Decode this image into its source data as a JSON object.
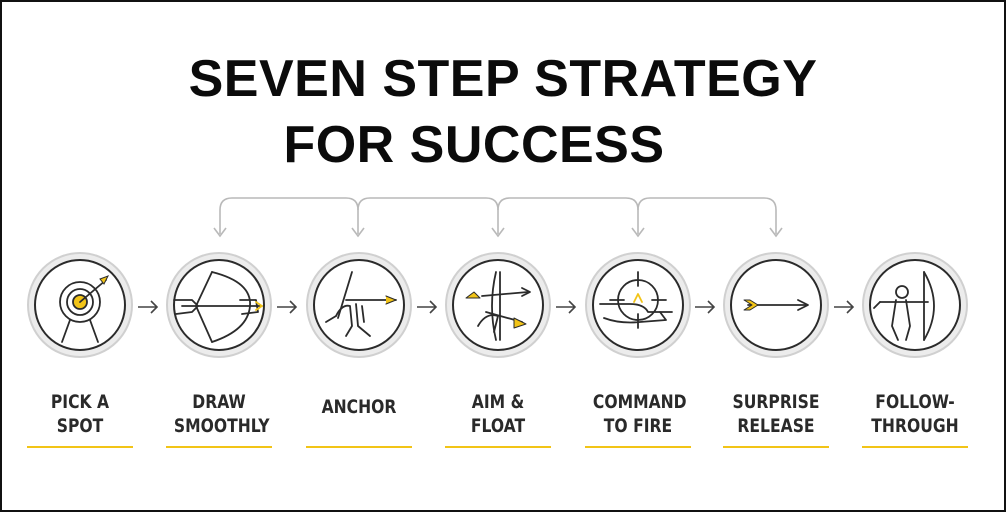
{
  "title": {
    "line1": "SEVEN STEP STRATEGY",
    "line2": "FOR SUCCESS"
  },
  "steps": [
    {
      "line1": "PICK A",
      "line2": "SPOT",
      "icon": "target-with-arrow-icon"
    },
    {
      "line1": "DRAW",
      "line2": "SMOOTHLY",
      "icon": "drawing-bow-icon"
    },
    {
      "line1": "ANCHOR",
      "line2": "",
      "icon": "anchor-hand-icon"
    },
    {
      "line1": "AIM &",
      "line2": "FLOAT",
      "icon": "aiming-bow-icon"
    },
    {
      "line1": "COMMAND",
      "line2": "TO FIRE",
      "icon": "crosshair-hand-icon"
    },
    {
      "line1": "SURPRISE",
      "line2": "RELEASE",
      "icon": "flying-arrow-icon"
    },
    {
      "line1": "FOLLOW-",
      "line2": "THROUGH",
      "icon": "archer-follow-through-icon"
    }
  ],
  "colors": {
    "accent": "#f2c417",
    "icon_stroke": "#2b2b2b",
    "connector": "#b9b9b9",
    "circle_ring": "#d4d4d4"
  }
}
